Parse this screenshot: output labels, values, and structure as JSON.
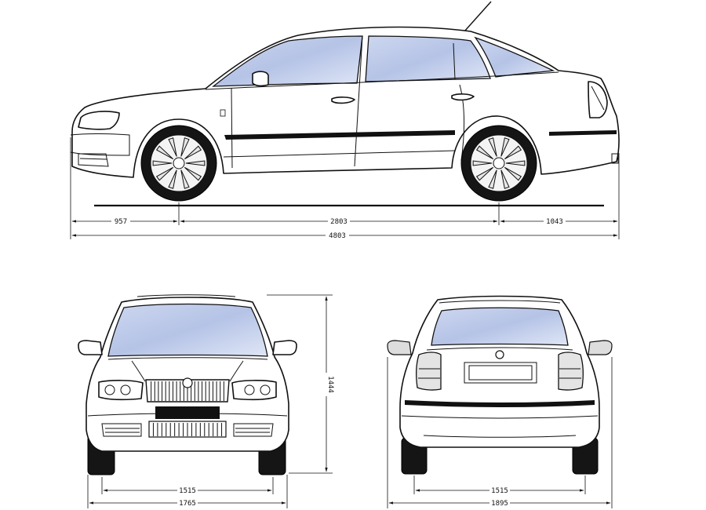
{
  "side_view": {
    "dimensions": {
      "front_overhang": "957",
      "wheelbase": "2803",
      "rear_overhang": "1043",
      "overall_length": "4803"
    }
  },
  "front_view": {
    "dimensions": {
      "track": "1515",
      "overall_width": "1765",
      "height": "1444"
    }
  },
  "rear_view": {
    "dimensions": {
      "track": "1515",
      "width_with_mirrors": "1895"
    }
  },
  "colors": {
    "glass": "#b9c6e8",
    "line": "#111111",
    "tire": "#151515",
    "background": "#ffffff"
  }
}
